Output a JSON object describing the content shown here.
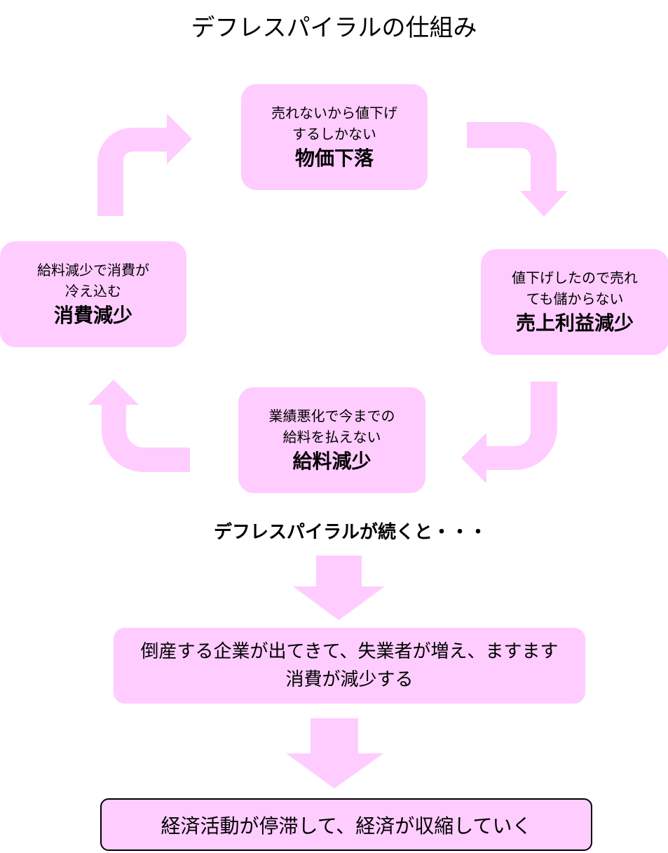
{
  "title": "デフレスパイラルの仕組み",
  "cycle": [
    {
      "sub1": "売れないから値下げ",
      "sub2": "するしかない",
      "main": "物価下落"
    },
    {
      "sub1": "値下げしたので売れ",
      "sub2": "ても儲からない",
      "main": "売上利益減少"
    },
    {
      "sub1": "業績悪化で今までの",
      "sub2": "給料を払えない",
      "main": "給料減少"
    },
    {
      "sub1": "給料減少で消費が",
      "sub2": "冷え込む",
      "main": "消費減少"
    }
  ],
  "continue_text": "デフレスパイラルが続くと・・・",
  "result": {
    "line1": "倒産する企業が出てきて、失業者が増え、ますます",
    "line2": "消費が減少する"
  },
  "final": "経済活動が停滞して、経済が収縮していく",
  "colors": {
    "box_fill": "#ffccff",
    "arrow_fill": "#ffccff",
    "final_border": "#000000"
  }
}
